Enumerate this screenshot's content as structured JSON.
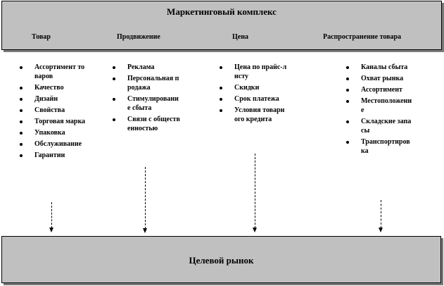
{
  "header": {
    "title": "Маркетинговый комплекс",
    "categories": [
      "Товар",
      "Продвижение",
      "Цена",
      "Распространение товара"
    ]
  },
  "columns": [
    {
      "items": [
        "Ассортимент товаров",
        "Качество",
        "Дизайн",
        "Свойства",
        "Торговая марка",
        "Упаковка",
        "Обслуживание",
        "Гарантии"
      ]
    },
    {
      "items": [
        "Реклама",
        "Персональная продажа",
        "Стимулирование сбыта",
        "Связи с общественностью"
      ]
    },
    {
      "items": [
        "Цена по прайс-листу",
        "Скидки",
        "Срок платежа",
        "Условия товарного кредита"
      ]
    },
    {
      "items": [
        "Каналы сбыта",
        "Охват рынка",
        "Ассортимент",
        "Местоположение",
        "Складские запасы",
        "Транспортировка"
      ]
    }
  ],
  "footer": {
    "title": "Целевой рынок"
  }
}
